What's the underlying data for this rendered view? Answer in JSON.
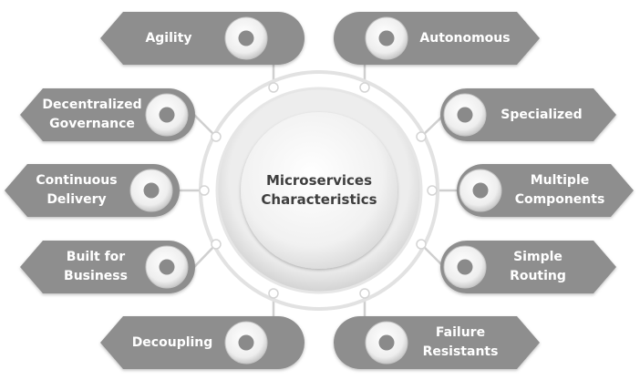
{
  "center": {
    "line1": "Microservices",
    "line2": "Characteristics"
  },
  "items": [
    {
      "line1": "Agility",
      "line2": ""
    },
    {
      "line1": "Decentralized",
      "line2": "Governance"
    },
    {
      "line1": "Continuous",
      "line2": "Delivery"
    },
    {
      "line1": "Built for",
      "line2": "Business"
    },
    {
      "line1": "Decoupling",
      "line2": ""
    },
    {
      "line1": "Autonomous",
      "line2": ""
    },
    {
      "line1": "Specialized",
      "line2": ""
    },
    {
      "line1": "Multiple",
      "line2": "Components"
    },
    {
      "line1": "Simple",
      "line2": "Routing"
    },
    {
      "line1": "Failure",
      "line2": "Resistants"
    }
  ],
  "colors": {
    "banner": "#8e8e8e",
    "banner_shadow": "#bdbdbd",
    "ring": "#dcdcdc",
    "connector": "#cfcfcf",
    "bullet_dot": "#8a8a8a",
    "center_text": "#3f3f3f"
  }
}
